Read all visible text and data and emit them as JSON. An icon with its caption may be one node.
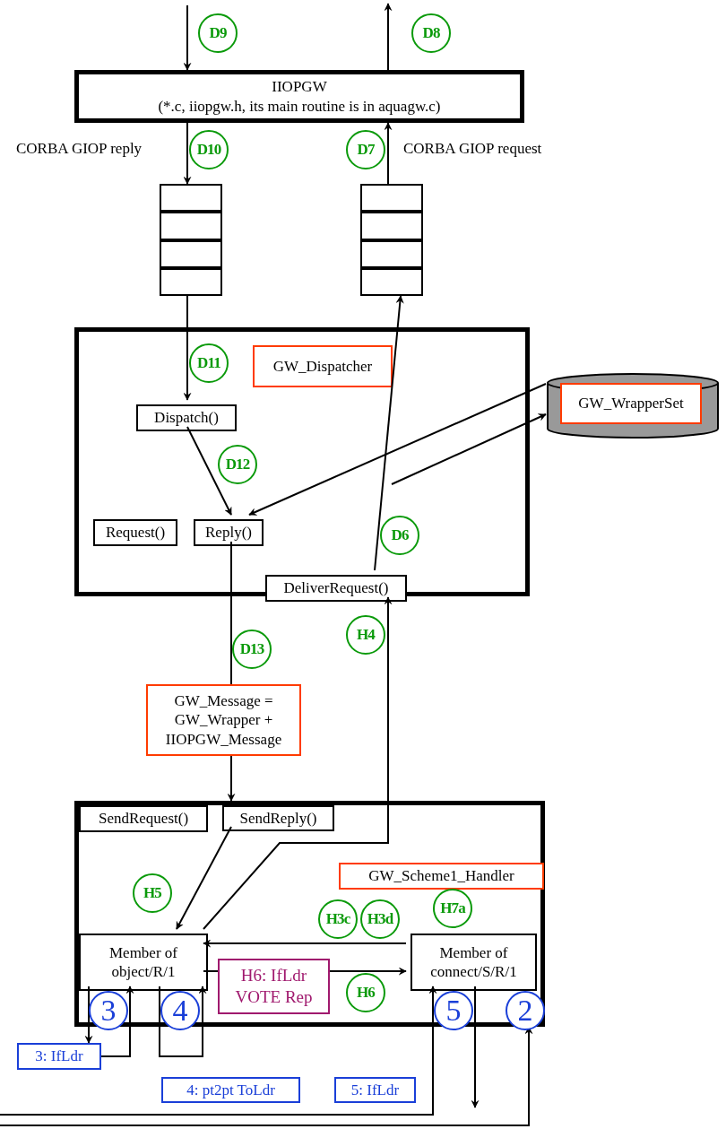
{
  "diagram": {
    "nodes": [
      {
        "text": [
          "IIOPGW",
          "(*.c, iiopgw.h, its main routine is in aquagw.c)"
        ]
      },
      {
        "text": [],
        "shape": "box"
      },
      {
        "text": [],
        "shape": "box"
      },
      {
        "text": [],
        "shape": "box"
      },
      {
        "text": [
          "GW_Dispatcher"
        ],
        "in": 3
      },
      {
        "text": [
          "Dispatch()"
        ],
        "in": 3
      },
      {
        "text": [
          "Reply()"
        ],
        "in": 3
      },
      {
        "text": [
          "Request()"
        ],
        "in": 3
      },
      {
        "text": [
          "DeliverRequest()"
        ],
        "in": 3
      },
      {
        "text": [],
        "shape": "cylinder"
      },
      {
        "text": [
          "GW_WrapperSet"
        ],
        "in": 9
      },
      {
        "text": [
          "GW_Message = GW_Wrapper + IIOPGW_Message"
        ]
      },
      {
        "text": [],
        "shape": "box"
      },
      {
        "text": [
          "SendRequest()"
        ],
        "in": 12
      },
      {
        "text": [
          "SendReply()"
        ],
        "in": 12
      },
      {
        "text": [
          "GW_Scheme1_Handler"
        ],
        "in": 12
      },
      {
        "text": [
          "Member of object/R/1"
        ],
        "in": 12
      },
      {
        "text": [
          "Member of connect/S/R/1"
        ],
        "in": 12
      },
      {
        "text": [
          "3: IfLdr"
        ]
      },
      {
        "text": [
          "4: pt2pt ToLdr"
        ]
      },
      {
        "text": [
          "5: IfLdr"
        ]
      }
    ],
    "edges": [
      {
        "from": null,
        "to": 0,
        "arrow": "to"
      },
      {
        "from": 0,
        "to": null,
        "arrow": "to"
      },
      {
        "from": 0,
        "to": 1,
        "arrow": "to"
      },
      {
        "from": 2,
        "to": 0,
        "arrow": "to"
      },
      {
        "from": 1,
        "to": 5,
        "arrow": "to"
      },
      {
        "from": 5,
        "to": 6,
        "arrow": "to"
      },
      {
        "from": 9,
        "to": 6,
        "arrow": "to"
      },
      {
        "from": null,
        "to": 9,
        "arrow": "to"
      },
      {
        "from": 8,
        "to": 2,
        "arrow": "to"
      },
      {
        "from": 6,
        "to": 11,
        "arrow": "none"
      },
      {
        "from": 11,
        "to": 14,
        "arrow": "to"
      },
      {
        "from": 16,
        "to": 8,
        "arrow": "to"
      },
      {
        "from": 14,
        "to": 16,
        "arrow": "to"
      },
      {
        "from": 17,
        "to": 16,
        "arrow": "to"
      },
      {
        "from": 16,
        "to": 17,
        "arrow": "to",
        "label": "H6: IfLdr VOTE Rep"
      },
      {
        "from": 16,
        "to": 18,
        "arrow": "to"
      },
      {
        "from": 18,
        "to": 16,
        "arrow": "to"
      },
      {
        "from": 16,
        "to": 16,
        "arrow": "to"
      },
      {
        "from": null,
        "to": 17,
        "arrow": "to"
      },
      {
        "from": 17,
        "to": null,
        "arrow": "to"
      },
      {
        "from": null,
        "to": 12,
        "arrow": "to"
      }
    ],
    "labels": [
      "D9",
      "D8",
      "CORBA GIOP reply",
      "D10",
      "D7",
      "CORBA GIOP request",
      "D11",
      "D12",
      "D6",
      "H4",
      "D13",
      "H5",
      "H3c",
      "H3d",
      "H7a",
      "H6",
      "3",
      "4",
      "5",
      "2"
    ]
  }
}
